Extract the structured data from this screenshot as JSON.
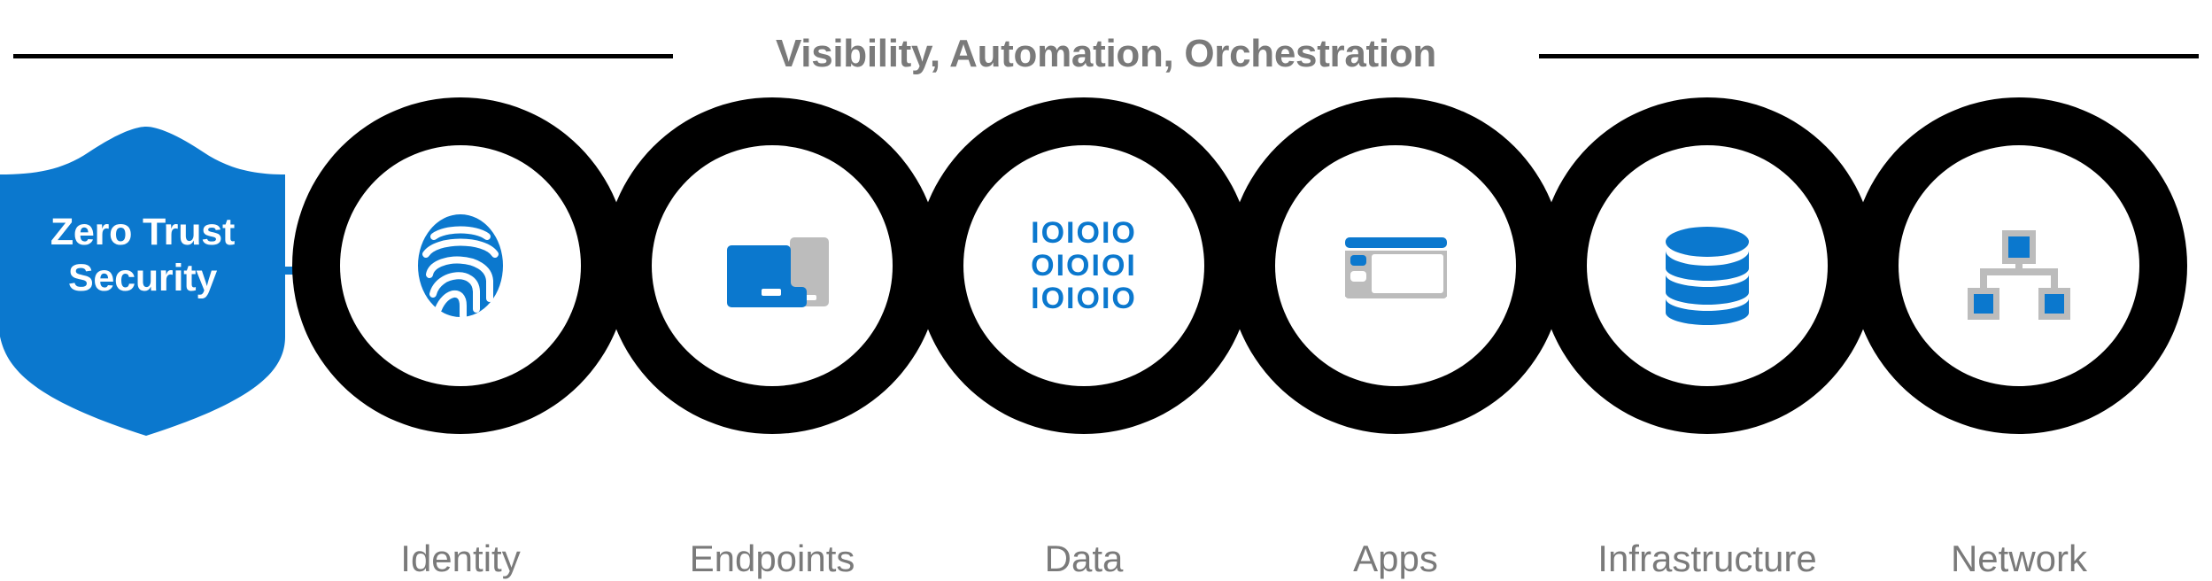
{
  "banner": {
    "title": "Visibility, Automation, Orchestration",
    "rule_color": "#000000",
    "text_color": "#7a7a7a"
  },
  "shield": {
    "name": "zero-trust-shield",
    "line1": "Zero Trust",
    "line2": "Security",
    "fill_color": "#0B78CE",
    "text_color": "#ffffff"
  },
  "theme": {
    "accent_blue": "#0B78CE",
    "ring_black": "#000000",
    "icon_gray": "#bcbcbc",
    "label_gray": "#7a7a7a",
    "background": "#ffffff"
  },
  "pillars": [
    {
      "id": "identity",
      "label": "Identity",
      "icon": "fingerprint-icon"
    },
    {
      "id": "endpoints",
      "label": "Endpoints",
      "icon": "devices-icon"
    },
    {
      "id": "data",
      "label": "Data",
      "icon": "binary-data-icon"
    },
    {
      "id": "apps",
      "label": "Apps",
      "icon": "app-window-icon"
    },
    {
      "id": "infrastructure",
      "label": "Infrastructure",
      "icon": "database-icon"
    },
    {
      "id": "network",
      "label": "Network",
      "icon": "network-hierarchy-icon"
    }
  ],
  "data_icon": {
    "row1": "IOIOIO",
    "row2": "OIOIOI",
    "row3": "IOIOIO"
  }
}
